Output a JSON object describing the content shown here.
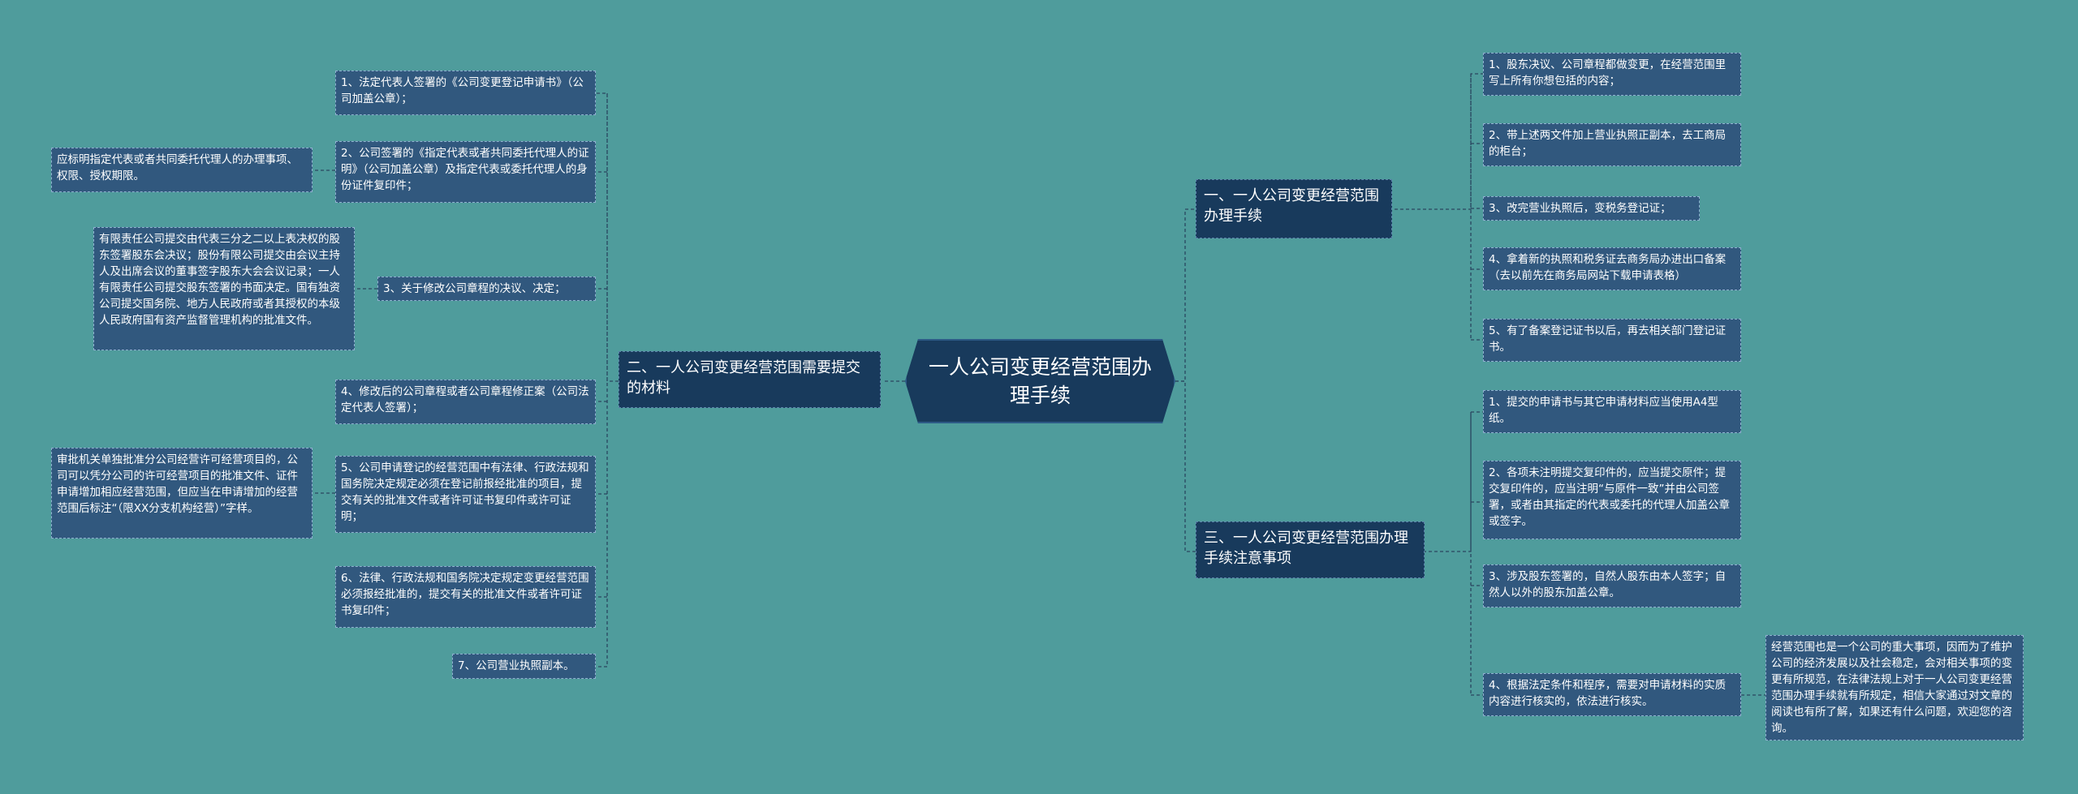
{
  "root": "一人公司变更经营范围办理手续",
  "branches": {
    "b1": "一、一人公司变更经营范围办理手续",
    "b2": "二、一人公司变更经营范围需要提交的材料",
    "b3": "三、一人公司变更经营范围办理手续注意事项"
  },
  "b1_items": [
    "1、股东决议、公司章程都做变更，在经营范围里写上所有你想包括的内容；",
    "2、带上述两文件加上营业执照正副本，去工商局的柜台；",
    "3、改完营业执照后，变税务登记证；",
    "4、拿着新的执照和税务证去商务局办进出口备案（去以前先在商务局网站下载申请表格）",
    "5、有了备案登记证书以后，再去相关部门登记证书。"
  ],
  "b2_items": [
    "1、法定代表人签署的《公司变更登记申请书》（公司加盖公章）；",
    "2、公司签署的《指定代表或者共同委托代理人的证明》（公司加盖公章）及指定代表或委托代理人的身份证件复印件；",
    "3、关于修改公司章程的决议、决定；",
    "4、修改后的公司章程或者公司章程修正案（公司法定代表人签署）；",
    "5、公司申请登记的经营范围中有法律、行政法规和国务院决定规定必须在登记前报经批准的项目，提交有关的批准文件或者许可证书复印件或许可证明；",
    "6、法律、行政法规和国务院决定规定变更经营范围必须报经批准的，提交有关的批准文件或者许可证书复印件；",
    "7、公司营业执照副本。"
  ],
  "b2_notes": [
    "应标明指定代表或者共同委托代理人的办理事项、权限、授权期限。",
    "有限责任公司提交由代表三分之二以上表决权的股东签署股东会决议；股份有限公司提交由会议主持人及出席会议的董事签字股东大会会议记录；一人有限责任公司提交股东签署的书面决定。国有独资公司提交国务院、地方人民政府或者其授权的本级人民政府国有资产监督管理机构的批准文件。",
    "审批机关单独批准分公司经营许可经营项目的，公司可以凭分公司的许可经营项目的批准文件、证件申请增加相应经营范围，但应当在申请增加的经营范围后标注“（限XX分支机构经营）”字样。"
  ],
  "b3_items": [
    "1、提交的申请书与其它申请材料应当使用A4型纸。",
    "2、各项未注明提交复印件的，应当提交原件；提交复印件的，应当注明“与原件一致”并由公司签署，或者由其指定的代表或委托的代理人加盖公章或签字。",
    "3、涉及股东签署的，自然人股东由本人签字；自然人以外的股东加盖公章。",
    "4、根据法定条件和程序，需要对申请材料的实质内容进行核实的，依法进行核实。"
  ],
  "b3_notes": [
    "经营范围也是一个公司的重大事项，因而为了维护公司的经济发展以及社会稳定，会对相关事项的变更有所规范，在法律法规上对于一人公司变更经营范围办理手续就有所规定，相信大家通过对文章的阅读也有所了解，如果还有什么问题，欢迎您的咨询。"
  ]
}
